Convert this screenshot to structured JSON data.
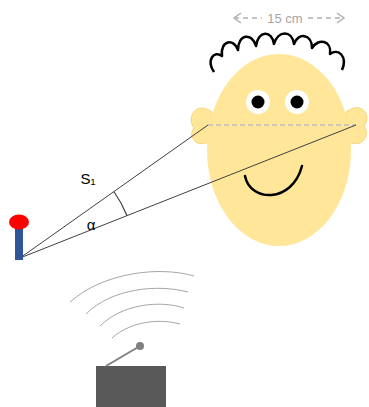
{
  "diagram": {
    "labels": [
      "15 cm",
      "S₁",
      "α"
    ]
  }
}
